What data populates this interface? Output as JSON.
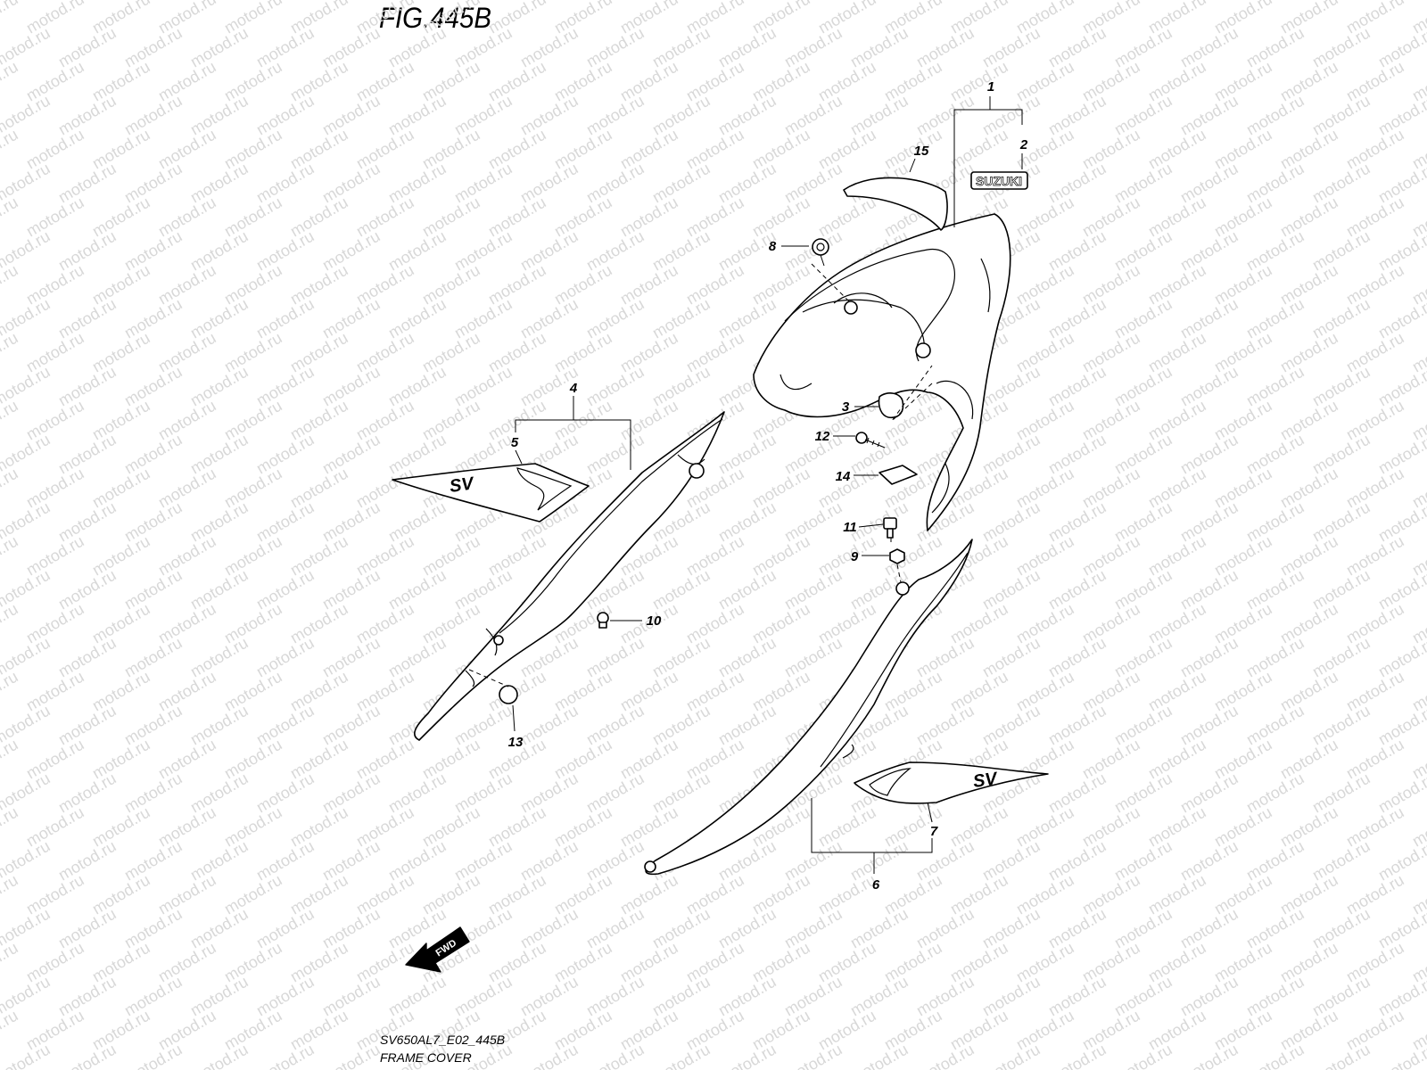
{
  "figure": {
    "title": "FIG.445B",
    "code": "SV650AL7_E02_445B",
    "name": "FRAME COVER"
  },
  "watermark": "motod.ru",
  "fwd_label": "FWD",
  "emblem_text": "SUZUKI",
  "decal_text": "SV",
  "callouts": [
    "1",
    "2",
    "3",
    "4",
    "5",
    "6",
    "7",
    "8",
    "9",
    "10",
    "11",
    "12",
    "13",
    "14",
    "15"
  ]
}
